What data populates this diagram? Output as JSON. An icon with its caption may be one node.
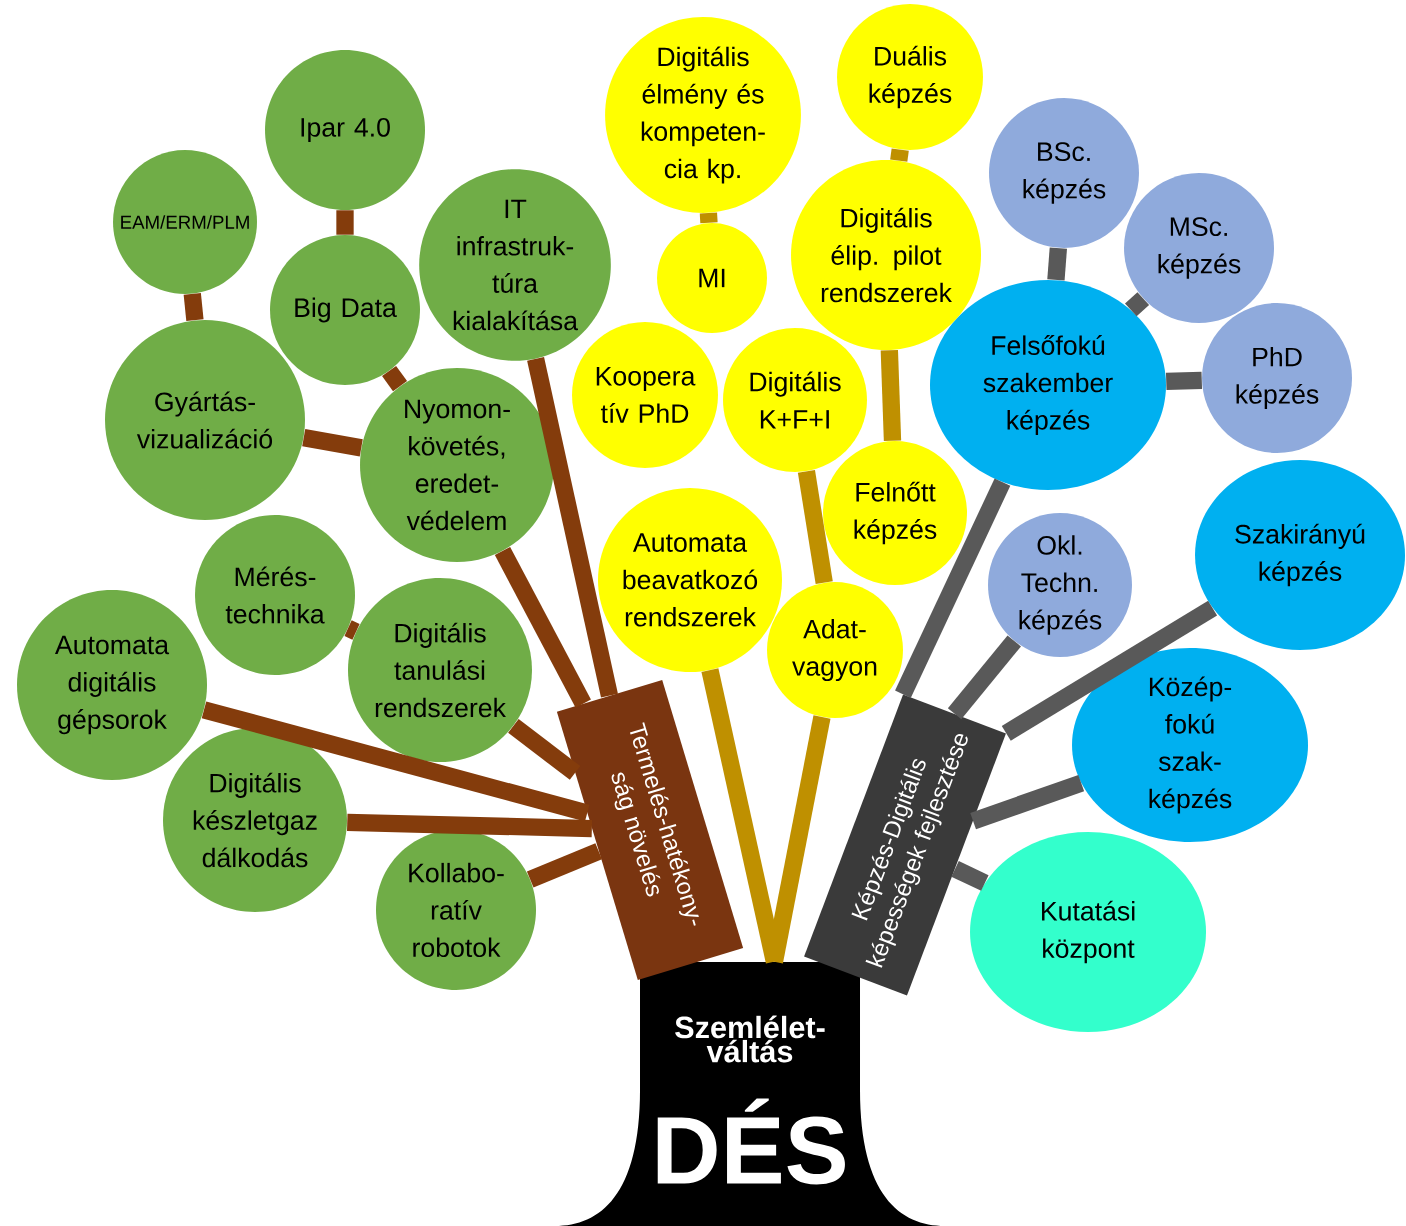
{
  "diagram": {
    "nodes": [
      {
        "text": [
          "Szemlélet-váltás",
          "DÉS"
        ]
      },
      {
        "text": [
          "Termelés-hatékony-ság növelés"
        ]
      },
      {
        "text": [
          "Képzés-Digitális képességek fejlesztése"
        ]
      },
      {
        "text": [
          "Ipar 4.0"
        ]
      },
      {
        "text": [
          "EAM/ERM/PLM"
        ]
      },
      {
        "text": [
          "Big Data"
        ]
      },
      {
        "text": [
          "IT infrastruk-túra kialakítása"
        ]
      },
      {
        "text": [
          "Gyártás-vizualizáció"
        ]
      },
      {
        "text": [
          "Nyomon-követés, eredet-védelem"
        ]
      },
      {
        "text": [
          "Mérés-technika"
        ]
      },
      {
        "text": [
          "Automata digitális gépsorok"
        ]
      },
      {
        "text": [
          "Digitális tanulási rendszerek"
        ]
      },
      {
        "text": [
          "Digitális készletgaz dálkodás"
        ]
      },
      {
        "text": [
          "Kollabo-ratív robotok"
        ]
      },
      {
        "text": [
          "Digitális élmény és kompeten-cia kp."
        ]
      },
      {
        "text": [
          "Duális képzés"
        ]
      },
      {
        "text": [
          "MI"
        ]
      },
      {
        "text": [
          "Digitális élip. pilot rendszerek"
        ]
      },
      {
        "text": [
          "Koopera tív PhD"
        ]
      },
      {
        "text": [
          "Digitális K+F+I"
        ]
      },
      {
        "text": [
          "Automata beavatkozó rendszerek"
        ]
      },
      {
        "text": [
          "Felnőtt képzés"
        ]
      },
      {
        "text": [
          "Adat-vagyon"
        ]
      },
      {
        "text": [
          "BSc. képzés"
        ]
      },
      {
        "text": [
          "MSc. képzés"
        ]
      },
      {
        "text": [
          "Felsőfokú szakember képzés"
        ]
      },
      {
        "text": [
          "PhD képzés"
        ]
      },
      {
        "text": [
          "Okl. Techn. képzés"
        ]
      },
      {
        "text": [
          "Szakirányú képzés"
        ]
      },
      {
        "text": [
          "Közép-fokú szak-képzés"
        ]
      },
      {
        "text": [
          "Kutatási központ"
        ]
      }
    ],
    "edges": [
      {
        "from": 3,
        "to": 5,
        "arrow": "none"
      },
      {
        "from": 5,
        "to": 8,
        "arrow": "none"
      },
      {
        "from": 4,
        "to": 7,
        "arrow": "none"
      },
      {
        "from": 7,
        "to": 8,
        "arrow": "none"
      },
      {
        "from": 8,
        "to": 1,
        "arrow": "none"
      },
      {
        "from": 6,
        "to": 1,
        "arrow": "none"
      },
      {
        "from": 9,
        "to": 11,
        "arrow": "none"
      },
      {
        "from": 11,
        "to": 1,
        "arrow": "none"
      },
      {
        "from": 10,
        "to": 1,
        "arrow": "none"
      },
      {
        "from": 12,
        "to": 1,
        "arrow": "none"
      },
      {
        "from": 13,
        "to": 1,
        "arrow": "none"
      },
      {
        "from": 0,
        "to": 20,
        "arrow": "none",
        "color": "#bf9000"
      },
      {
        "from": 0,
        "to": 22,
        "arrow": "none",
        "color": "#bf9000"
      },
      {
        "from": 14,
        "to": 16,
        "arrow": "none",
        "color": "#bf9000"
      },
      {
        "from": 15,
        "to": 17,
        "arrow": "none",
        "color": "#bf9000"
      },
      {
        "from": 17,
        "to": 21,
        "arrow": "none",
        "color": "#bf9000"
      },
      {
        "from": 19,
        "to": 22,
        "arrow": "none",
        "color": "#bf9000"
      },
      {
        "from": 2,
        "to": 25,
        "arrow": "none",
        "color": "#595959"
      },
      {
        "from": 2,
        "to": 27,
        "arrow": "none",
        "color": "#595959"
      },
      {
        "from": 2,
        "to": 28,
        "arrow": "none",
        "color": "#595959"
      },
      {
        "from": 2,
        "to": 29,
        "arrow": "none",
        "color": "#595959"
      },
      {
        "from": 2,
        "to": 30,
        "arrow": "none",
        "color": "#595959"
      },
      {
        "from": 25,
        "to": 23,
        "arrow": "none",
        "color": "#595959"
      },
      {
        "from": 25,
        "to": 24,
        "arrow": "none",
        "color": "#595959"
      },
      {
        "from": 25,
        "to": 26,
        "arrow": "none",
        "color": "#595959"
      }
    ]
  }
}
